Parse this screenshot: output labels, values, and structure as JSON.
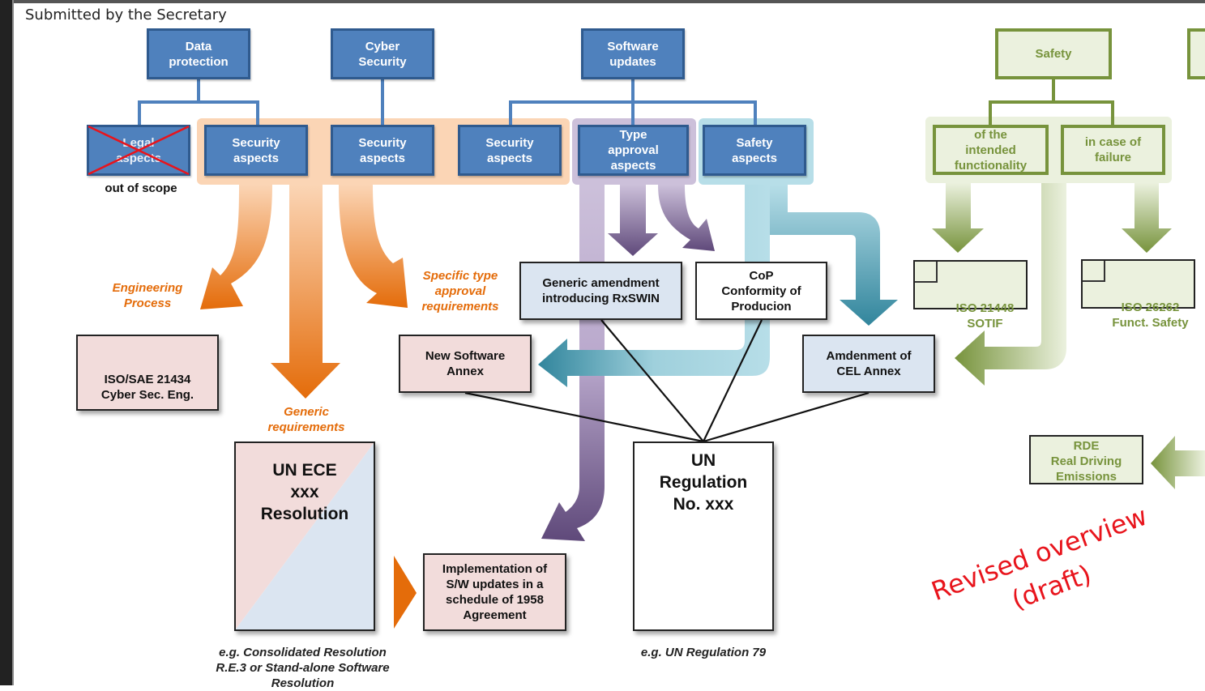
{
  "header": {
    "submitted_by": "Submitted by the Secretary"
  },
  "colors": {
    "blue_box": "#4f81bd",
    "blue_border": "#2f5a8e",
    "orange": "#e46c0a",
    "orange_light": "#fbd5b5",
    "purple": "#5f497a",
    "purple_light": "#ccc0da",
    "teal": "#31859c",
    "teal_light": "#b7dee8",
    "green": "#77933c",
    "green_light": "#ebf1de",
    "pink_box": "#f2dcdb",
    "lightblue_box": "#dbe5f1",
    "draft_red": "#e8141c"
  },
  "top_categories": [
    {
      "id": "data-protection",
      "label": "Data\nprotection"
    },
    {
      "id": "cyber-security",
      "label": "Cyber\nSecurity"
    },
    {
      "id": "software-updates",
      "label": "Software\nupdates"
    },
    {
      "id": "safety",
      "label": "Safety"
    }
  ],
  "sub_categories": {
    "legal_aspects": {
      "label": "Legal\naspects",
      "struck_out": true,
      "note": "out of scope"
    },
    "security_aspects_dp": {
      "label": "Security\naspects"
    },
    "security_aspects_cs": {
      "label": "Security\naspects"
    },
    "security_aspects_su": {
      "label": "Security\naspects"
    },
    "type_approval_aspects": {
      "label": "Type\napproval\naspects"
    },
    "safety_aspects": {
      "label": "Safety\naspects"
    },
    "intended_functionality": {
      "label": "of the\nintended\nfunctionality"
    },
    "in_case_of_failure": {
      "label": "in case of\nfailure"
    }
  },
  "arrow_labels": {
    "engineering_process": "Engineering\nProcess",
    "specific_type_approval": "Specific type\napproval\nrequirements",
    "generic_requirements": "Generic\nrequirements"
  },
  "documents": {
    "iso_sae_21434": "ISO/SAE 21434\nCyber Sec. Eng.",
    "new_software_annex": "New Software\nAnnex",
    "generic_amendment": "Generic amendment\nintroducing RxSWIN",
    "cop": "CoP\nConformity of\nProducion",
    "amendment_cel": "Amdenment of\nCEL Annex",
    "iso_21448": "ISO 21448\nSOTIF",
    "iso_26262": "ISO 26262\nFunct. Safety",
    "rde": "RDE\nReal Driving\nEmissions",
    "un_ece_resolution": "UN ECE\nxxx\nResolution",
    "implementation": "Implementation of\nS/W updates in a\nschedule of 1958\nAgreement",
    "un_regulation": "UN\nRegulation\nNo. xxx"
  },
  "captions": {
    "resolution_example": "e.g.  Consolidated Resolution\nR.E.3 or Stand-alone Software\nResolution",
    "regulation_example": "e.g. UN Regulation 79"
  },
  "watermark": "Revised overview\n(draft)"
}
